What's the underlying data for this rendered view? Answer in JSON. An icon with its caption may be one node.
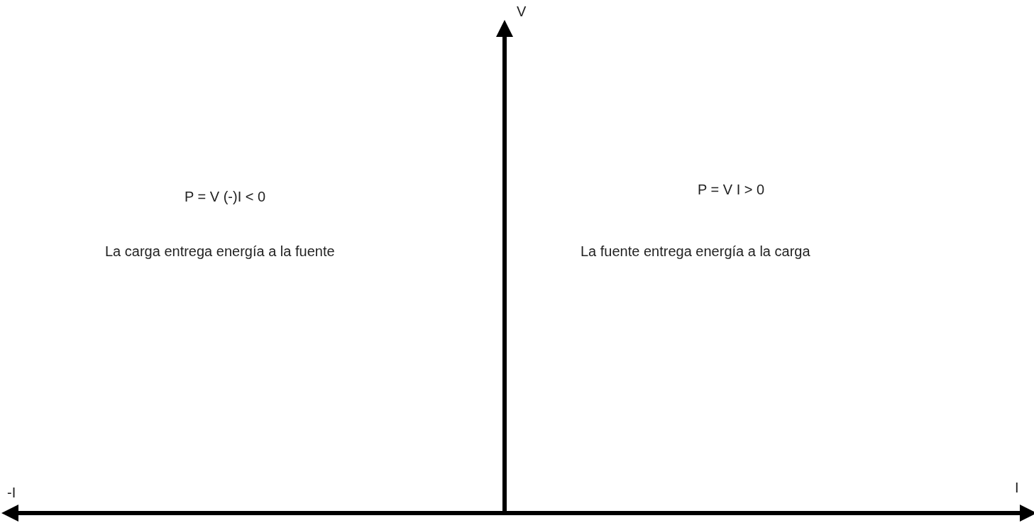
{
  "diagram": {
    "labels": [
      "V",
      "P = V (-)I < 0",
      "P = V I > 0",
      "La carga entrega energía a la fuente",
      "La fuente entrega energía a la carga",
      "-I",
      "I"
    ]
  }
}
